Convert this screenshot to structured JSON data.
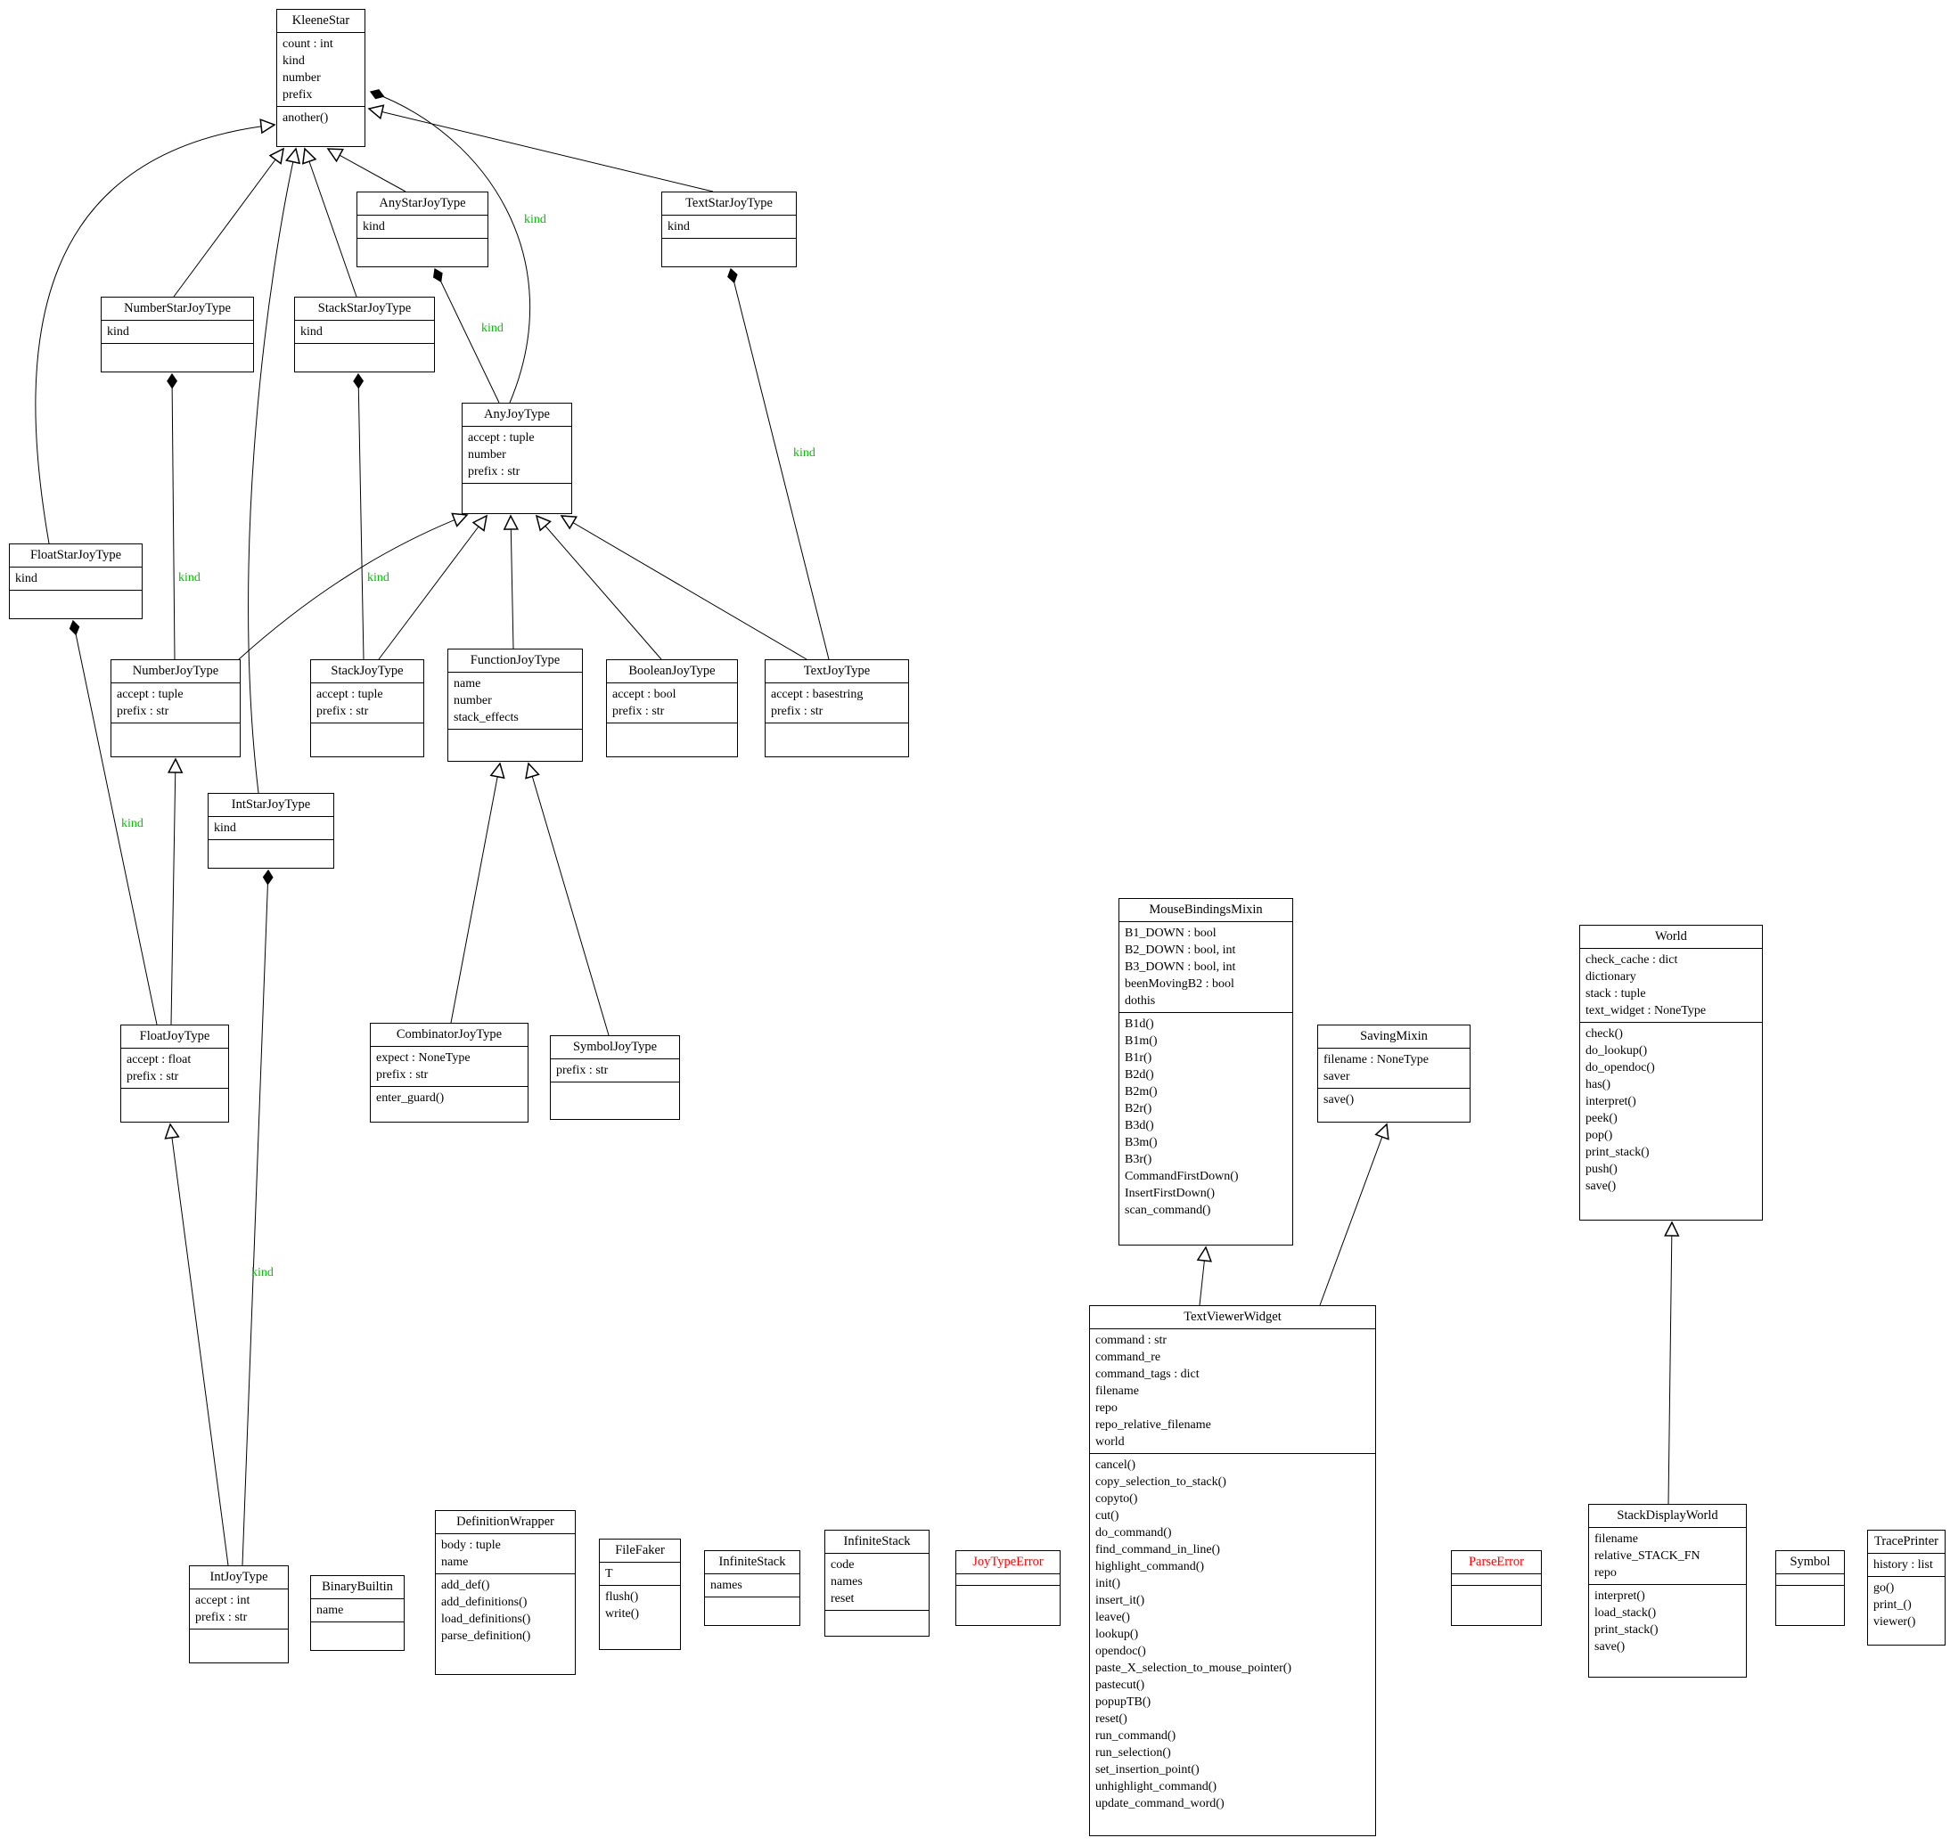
{
  "diagram": {
    "kind_label": "kind",
    "edge_label_color": "#00c000",
    "exception_color": "#ff0000",
    "box_border_color": "#000000",
    "background_color": "#ffffff"
  },
  "classes": [
    {
      "id": "KleeneStar",
      "name": "KleeneStar",
      "error": false,
      "attributes": [
        "count : int",
        "kind",
        "number",
        "prefix"
      ],
      "methods": [
        "another()"
      ]
    },
    {
      "id": "AnyStarJoyType",
      "name": "AnyStarJoyType",
      "error": false,
      "attributes": [
        "kind"
      ],
      "methods": []
    },
    {
      "id": "TextStarJoyType",
      "name": "TextStarJoyType",
      "error": false,
      "attributes": [
        "kind"
      ],
      "methods": []
    },
    {
      "id": "NumberStarJoyType",
      "name": "NumberStarJoyType",
      "error": false,
      "attributes": [
        "kind"
      ],
      "methods": []
    },
    {
      "id": "StackStarJoyType",
      "name": "StackStarJoyType",
      "error": false,
      "attributes": [
        "kind"
      ],
      "methods": []
    },
    {
      "id": "AnyJoyType",
      "name": "AnyJoyType",
      "error": false,
      "attributes": [
        "accept : tuple",
        "number",
        "prefix : str"
      ],
      "methods": []
    },
    {
      "id": "FloatStarJoyType",
      "name": "FloatStarJoyType",
      "error": false,
      "attributes": [
        "kind"
      ],
      "methods": []
    },
    {
      "id": "NumberJoyType",
      "name": "NumberJoyType",
      "error": false,
      "attributes": [
        "accept : tuple",
        "prefix : str"
      ],
      "methods": []
    },
    {
      "id": "StackJoyType",
      "name": "StackJoyType",
      "error": false,
      "attributes": [
        "accept : tuple",
        "prefix : str"
      ],
      "methods": []
    },
    {
      "id": "FunctionJoyType",
      "name": "FunctionJoyType",
      "error": false,
      "attributes": [
        "name",
        "number",
        "stack_effects"
      ],
      "methods": []
    },
    {
      "id": "BooleanJoyType",
      "name": "BooleanJoyType",
      "error": false,
      "attributes": [
        "accept : bool",
        "prefix : str"
      ],
      "methods": []
    },
    {
      "id": "TextJoyType",
      "name": "TextJoyType",
      "error": false,
      "attributes": [
        "accept : basestring",
        "prefix : str"
      ],
      "methods": []
    },
    {
      "id": "IntStarJoyType",
      "name": "IntStarJoyType",
      "error": false,
      "attributes": [
        "kind"
      ],
      "methods": []
    },
    {
      "id": "FloatJoyType",
      "name": "FloatJoyType",
      "error": false,
      "attributes": [
        "accept : float",
        "prefix : str"
      ],
      "methods": []
    },
    {
      "id": "CombinatorJoyType",
      "name": "CombinatorJoyType",
      "error": false,
      "attributes": [
        "expect : NoneType",
        "prefix : str"
      ],
      "methods": [
        "enter_guard()"
      ]
    },
    {
      "id": "SymbolJoyType",
      "name": "SymbolJoyType",
      "error": false,
      "attributes": [
        "prefix : str"
      ],
      "methods": []
    },
    {
      "id": "MouseBindingsMixin",
      "name": "MouseBindingsMixin",
      "error": false,
      "attributes": [
        "B1_DOWN : bool",
        "B2_DOWN : bool, int",
        "B3_DOWN : bool, int",
        "beenMovingB2 : bool",
        "dothis"
      ],
      "methods": [
        "B1d()",
        "B1m()",
        "B1r()",
        "B2d()",
        "B2m()",
        "B2r()",
        "B3d()",
        "B3m()",
        "B3r()",
        "CommandFirstDown()",
        "InsertFirstDown()",
        "scan_command()"
      ]
    },
    {
      "id": "SavingMixin",
      "name": "SavingMixin",
      "error": false,
      "attributes": [
        "filename : NoneType",
        "saver"
      ],
      "methods": [
        "save()"
      ]
    },
    {
      "id": "World",
      "name": "World",
      "error": false,
      "attributes": [
        "check_cache : dict",
        "dictionary",
        "stack : tuple",
        "text_widget : NoneType"
      ],
      "methods": [
        "check()",
        "do_lookup()",
        "do_opendoc()",
        "has()",
        "interpret()",
        "peek()",
        "pop()",
        "print_stack()",
        "push()",
        "save()"
      ]
    },
    {
      "id": "TextViewerWidget",
      "name": "TextViewerWidget",
      "error": false,
      "attributes": [
        "command : str",
        "command_re",
        "command_tags : dict",
        "filename",
        "repo",
        "repo_relative_filename",
        "world"
      ],
      "methods": [
        "cancel()",
        "copy_selection_to_stack()",
        "copyto()",
        "cut()",
        "do_command()",
        "find_command_in_line()",
        "highlight_command()",
        "init()",
        "insert_it()",
        "leave()",
        "lookup()",
        "opendoc()",
        "paste_X_selection_to_mouse_pointer()",
        "pastecut()",
        "popupTB()",
        "reset()",
        "run_command()",
        "run_selection()",
        "set_insertion_point()",
        "unhighlight_command()",
        "update_command_word()"
      ]
    },
    {
      "id": "IntJoyType",
      "name": "IntJoyType",
      "error": false,
      "attributes": [
        "accept : int",
        "prefix : str"
      ],
      "methods": []
    },
    {
      "id": "BinaryBuiltin",
      "name": "BinaryBuiltin",
      "error": false,
      "attributes": [
        "name"
      ],
      "methods": []
    },
    {
      "id": "DefinitionWrapper",
      "name": "DefinitionWrapper",
      "error": false,
      "attributes": [
        "body : tuple",
        "name"
      ],
      "methods": [
        "add_def()",
        "add_definitions()",
        "load_definitions()",
        "parse_definition()"
      ]
    },
    {
      "id": "FileFaker",
      "name": "FileFaker",
      "error": false,
      "attributes": [
        "T"
      ],
      "methods": [
        "flush()",
        "write()"
      ]
    },
    {
      "id": "InfiniteStack1",
      "name": "InfiniteStack",
      "error": false,
      "attributes": [
        "names"
      ],
      "methods": []
    },
    {
      "id": "InfiniteStack2",
      "name": "InfiniteStack",
      "error": false,
      "attributes": [
        "code",
        "names",
        "reset"
      ],
      "methods": []
    },
    {
      "id": "JoyTypeError",
      "name": "JoyTypeError",
      "error": true,
      "attributes": [],
      "methods": []
    },
    {
      "id": "ParseError",
      "name": "ParseError",
      "error": true,
      "attributes": [],
      "methods": []
    },
    {
      "id": "StackDisplayWorld",
      "name": "StackDisplayWorld",
      "error": false,
      "attributes": [
        "filename",
        "relative_STACK_FN",
        "repo"
      ],
      "methods": [
        "interpret()",
        "load_stack()",
        "print_stack()",
        "save()"
      ]
    },
    {
      "id": "Symbol",
      "name": "Symbol",
      "error": false,
      "attributes": [],
      "methods": []
    },
    {
      "id": "TracePrinter",
      "name": "TracePrinter",
      "error": false,
      "attributes": [
        "history : list"
      ],
      "methods": [
        "go()",
        "print_()",
        "viewer()"
      ]
    }
  ],
  "edges": [
    {
      "from": "NumberStarJoyType",
      "to": "KleeneStar",
      "type": "inheritance",
      "label": ""
    },
    {
      "from": "StackStarJoyType",
      "to": "KleeneStar",
      "type": "inheritance",
      "label": ""
    },
    {
      "from": "AnyStarJoyType",
      "to": "KleeneStar",
      "type": "inheritance",
      "label": ""
    },
    {
      "from": "TextStarJoyType",
      "to": "KleeneStar",
      "type": "inheritance",
      "label": ""
    },
    {
      "from": "FloatStarJoyType",
      "to": "KleeneStar",
      "type": "inheritance",
      "label": ""
    },
    {
      "from": "IntStarJoyType",
      "to": "KleeneStar",
      "type": "inheritance",
      "label": ""
    },
    {
      "from": "NumberJoyType",
      "to": "AnyJoyType",
      "type": "inheritance",
      "label": ""
    },
    {
      "from": "StackJoyType",
      "to": "AnyJoyType",
      "type": "inheritance",
      "label": ""
    },
    {
      "from": "FunctionJoyType",
      "to": "AnyJoyType",
      "type": "inheritance",
      "label": ""
    },
    {
      "from": "BooleanJoyType",
      "to": "AnyJoyType",
      "type": "inheritance",
      "label": ""
    },
    {
      "from": "TextJoyType",
      "to": "AnyJoyType",
      "type": "inheritance",
      "label": ""
    },
    {
      "from": "FloatJoyType",
      "to": "NumberJoyType",
      "type": "inheritance",
      "label": ""
    },
    {
      "from": "IntJoyType",
      "to": "FloatJoyType",
      "type": "inheritance",
      "label": ""
    },
    {
      "from": "CombinatorJoyType",
      "to": "FunctionJoyType",
      "type": "inheritance",
      "label": ""
    },
    {
      "from": "SymbolJoyType",
      "to": "FunctionJoyType",
      "type": "inheritance",
      "label": ""
    },
    {
      "from": "TextViewerWidget",
      "to": "MouseBindingsMixin",
      "type": "inheritance",
      "label": ""
    },
    {
      "from": "TextViewerWidget",
      "to": "SavingMixin",
      "type": "inheritance",
      "label": ""
    },
    {
      "from": "StackDisplayWorld",
      "to": "World",
      "type": "inheritance",
      "label": ""
    },
    {
      "from": "AnyJoyType",
      "to": "KleeneStar",
      "type": "composition",
      "label": "kind"
    },
    {
      "from": "AnyJoyType",
      "to": "AnyStarJoyType",
      "type": "composition",
      "label": "kind"
    },
    {
      "from": "TextJoyType",
      "to": "TextStarJoyType",
      "type": "composition",
      "label": "kind"
    },
    {
      "from": "NumberJoyType",
      "to": "NumberStarJoyType",
      "type": "composition",
      "label": "kind"
    },
    {
      "from": "StackJoyType",
      "to": "StackStarJoyType",
      "type": "composition",
      "label": "kind"
    },
    {
      "from": "FloatJoyType",
      "to": "FloatStarJoyType",
      "type": "composition",
      "label": "kind"
    },
    {
      "from": "IntJoyType",
      "to": "IntStarJoyType",
      "type": "composition",
      "label": "kind"
    }
  ]
}
